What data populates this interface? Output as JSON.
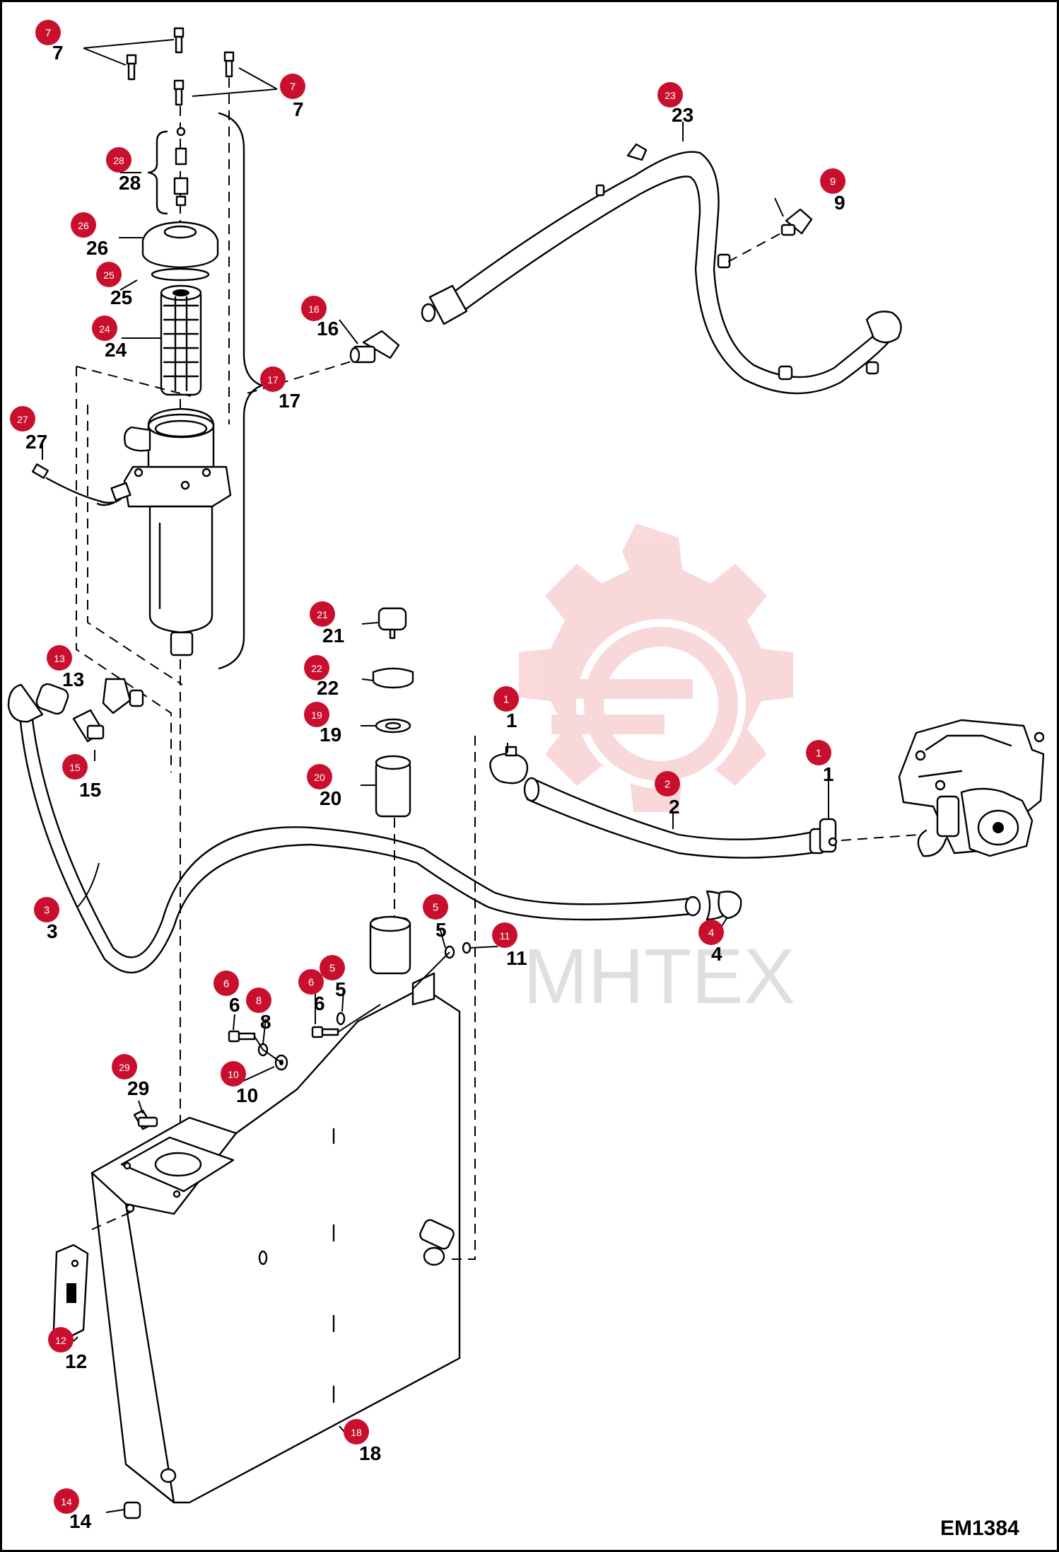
{
  "diagram": {
    "code": "EM1384",
    "watermark": "MHTEX",
    "badge_color": "#c8102e",
    "callouts": [
      {
        "id": "c7a",
        "badge": "7",
        "label": "7"
      },
      {
        "id": "c7b",
        "badge": "7",
        "label": "7"
      },
      {
        "id": "c23",
        "badge": "23",
        "label": "23"
      },
      {
        "id": "c9",
        "badge": "9",
        "label": "9"
      },
      {
        "id": "c28",
        "badge": "28",
        "label": "28"
      },
      {
        "id": "c26",
        "badge": "26",
        "label": "26"
      },
      {
        "id": "c25",
        "badge": "25",
        "label": "25"
      },
      {
        "id": "c16",
        "badge": "16",
        "label": "16"
      },
      {
        "id": "c24",
        "badge": "24",
        "label": "24"
      },
      {
        "id": "c17",
        "badge": "17",
        "label": "17"
      },
      {
        "id": "c27",
        "badge": "27",
        "label": "27"
      },
      {
        "id": "c21",
        "badge": "21",
        "label": "21"
      },
      {
        "id": "c22",
        "badge": "22",
        "label": "22"
      },
      {
        "id": "c13",
        "badge": "13",
        "label": "13"
      },
      {
        "id": "c1a",
        "badge": "1",
        "label": "1"
      },
      {
        "id": "c19",
        "badge": "19",
        "label": "19"
      },
      {
        "id": "c15",
        "badge": "15",
        "label": "15"
      },
      {
        "id": "c20",
        "badge": "20",
        "label": "20"
      },
      {
        "id": "c1b",
        "badge": "1",
        "label": "1"
      },
      {
        "id": "c2",
        "badge": "2",
        "label": "2"
      },
      {
        "id": "c3",
        "badge": "3",
        "label": "3"
      },
      {
        "id": "c5a",
        "badge": "5",
        "label": "5"
      },
      {
        "id": "c4",
        "badge": "4",
        "label": "4"
      },
      {
        "id": "c11",
        "badge": "11",
        "label": "11"
      },
      {
        "id": "c6a",
        "badge": "6",
        "label": "6"
      },
      {
        "id": "c8",
        "badge": "8",
        "label": "8"
      },
      {
        "id": "c6b",
        "badge": "6",
        "label": "6"
      },
      {
        "id": "c5b",
        "badge": "5",
        "label": "5"
      },
      {
        "id": "c10",
        "badge": "10",
        "label": "10"
      },
      {
        "id": "c29",
        "badge": "29",
        "label": "29"
      },
      {
        "id": "c12",
        "badge": "12",
        "label": "12"
      },
      {
        "id": "c18",
        "badge": "18",
        "label": "18"
      },
      {
        "id": "c14",
        "badge": "14",
        "label": "14"
      }
    ]
  }
}
